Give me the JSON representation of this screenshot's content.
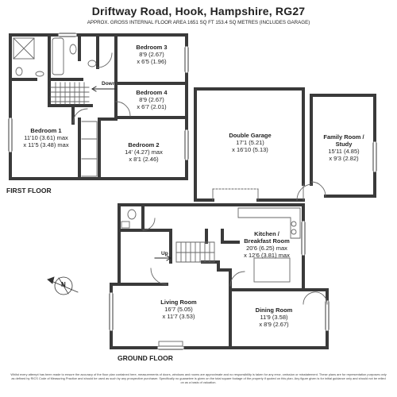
{
  "header": {
    "title": "Driftway Road, Hook, Hampshire, RG27",
    "subtitle": "APPROX. GROSS INTERNAL FLOOR AREA 1651 SQ FT 153.4 SQ METRES (INCLUDES GARAGE)"
  },
  "floors": {
    "first": "FIRST FLOOR",
    "ground": "GROUND FLOOR"
  },
  "rooms": {
    "bedroom3": {
      "name": "Bedroom 3",
      "dims1": "8'9 (2.67)",
      "dims2": "x 6'5 (1.96)"
    },
    "bedroom4": {
      "name": "Bedroom 4",
      "dims1": "8'9 (2.67)",
      "dims2": "x 6'7 (2.01)"
    },
    "bedroom1": {
      "name": "Bedroom 1",
      "dims1": "11'10 (3.61) max",
      "dims2": "x 11'5 (3.48) max"
    },
    "bedroom2": {
      "name": "Bedroom 2",
      "dims1": "14' (4.27) max",
      "dims2": "x 8'1 (2.46)"
    },
    "garage": {
      "name": "Double Garage",
      "dims1": "17'1 (5.21)",
      "dims2": "x 16'10 (5.13)"
    },
    "family": {
      "name": "Family Room /",
      "name2": "Study",
      "dims1": "15'11 (4.85)",
      "dims2": "x 9'3 (2.82)"
    },
    "kitchen": {
      "name": "Kitchen /",
      "name2": "Breakfast Room",
      "dims1": "20'6 (6.25) max",
      "dims2": "x 12'6 (3.81) max"
    },
    "living": {
      "name": "Living Room",
      "dims1": "16'7 (5.05)",
      "dims2": "x 11'7 (3.53)"
    },
    "dining": {
      "name": "Dining Room",
      "dims1": "11'9 (3.58)",
      "dims2": "x 8'9 (2.67)"
    }
  },
  "stairs": {
    "down": "Down",
    "up": "Up"
  },
  "compass": {
    "letter": "N"
  },
  "disclaimer": "Whilst every attempt has been made to ensure the accuracy of the floor plan contained here, measurements of doors, windows and rooms are approximate and no responsibility is taken for any error, omission or misstatement. These plans are for representation purposes only as defined by RICS Code of Measuring Practice and should be used as such by any prospective purchaser. Specifically no guarantee is given on the total square footage of the property if quoted on this plan. Any figure given is for initial guidance only and should not be relied on as a basis of valuation.",
  "colors": {
    "wall": "#3a3a3a",
    "fixture": "#666666"
  }
}
